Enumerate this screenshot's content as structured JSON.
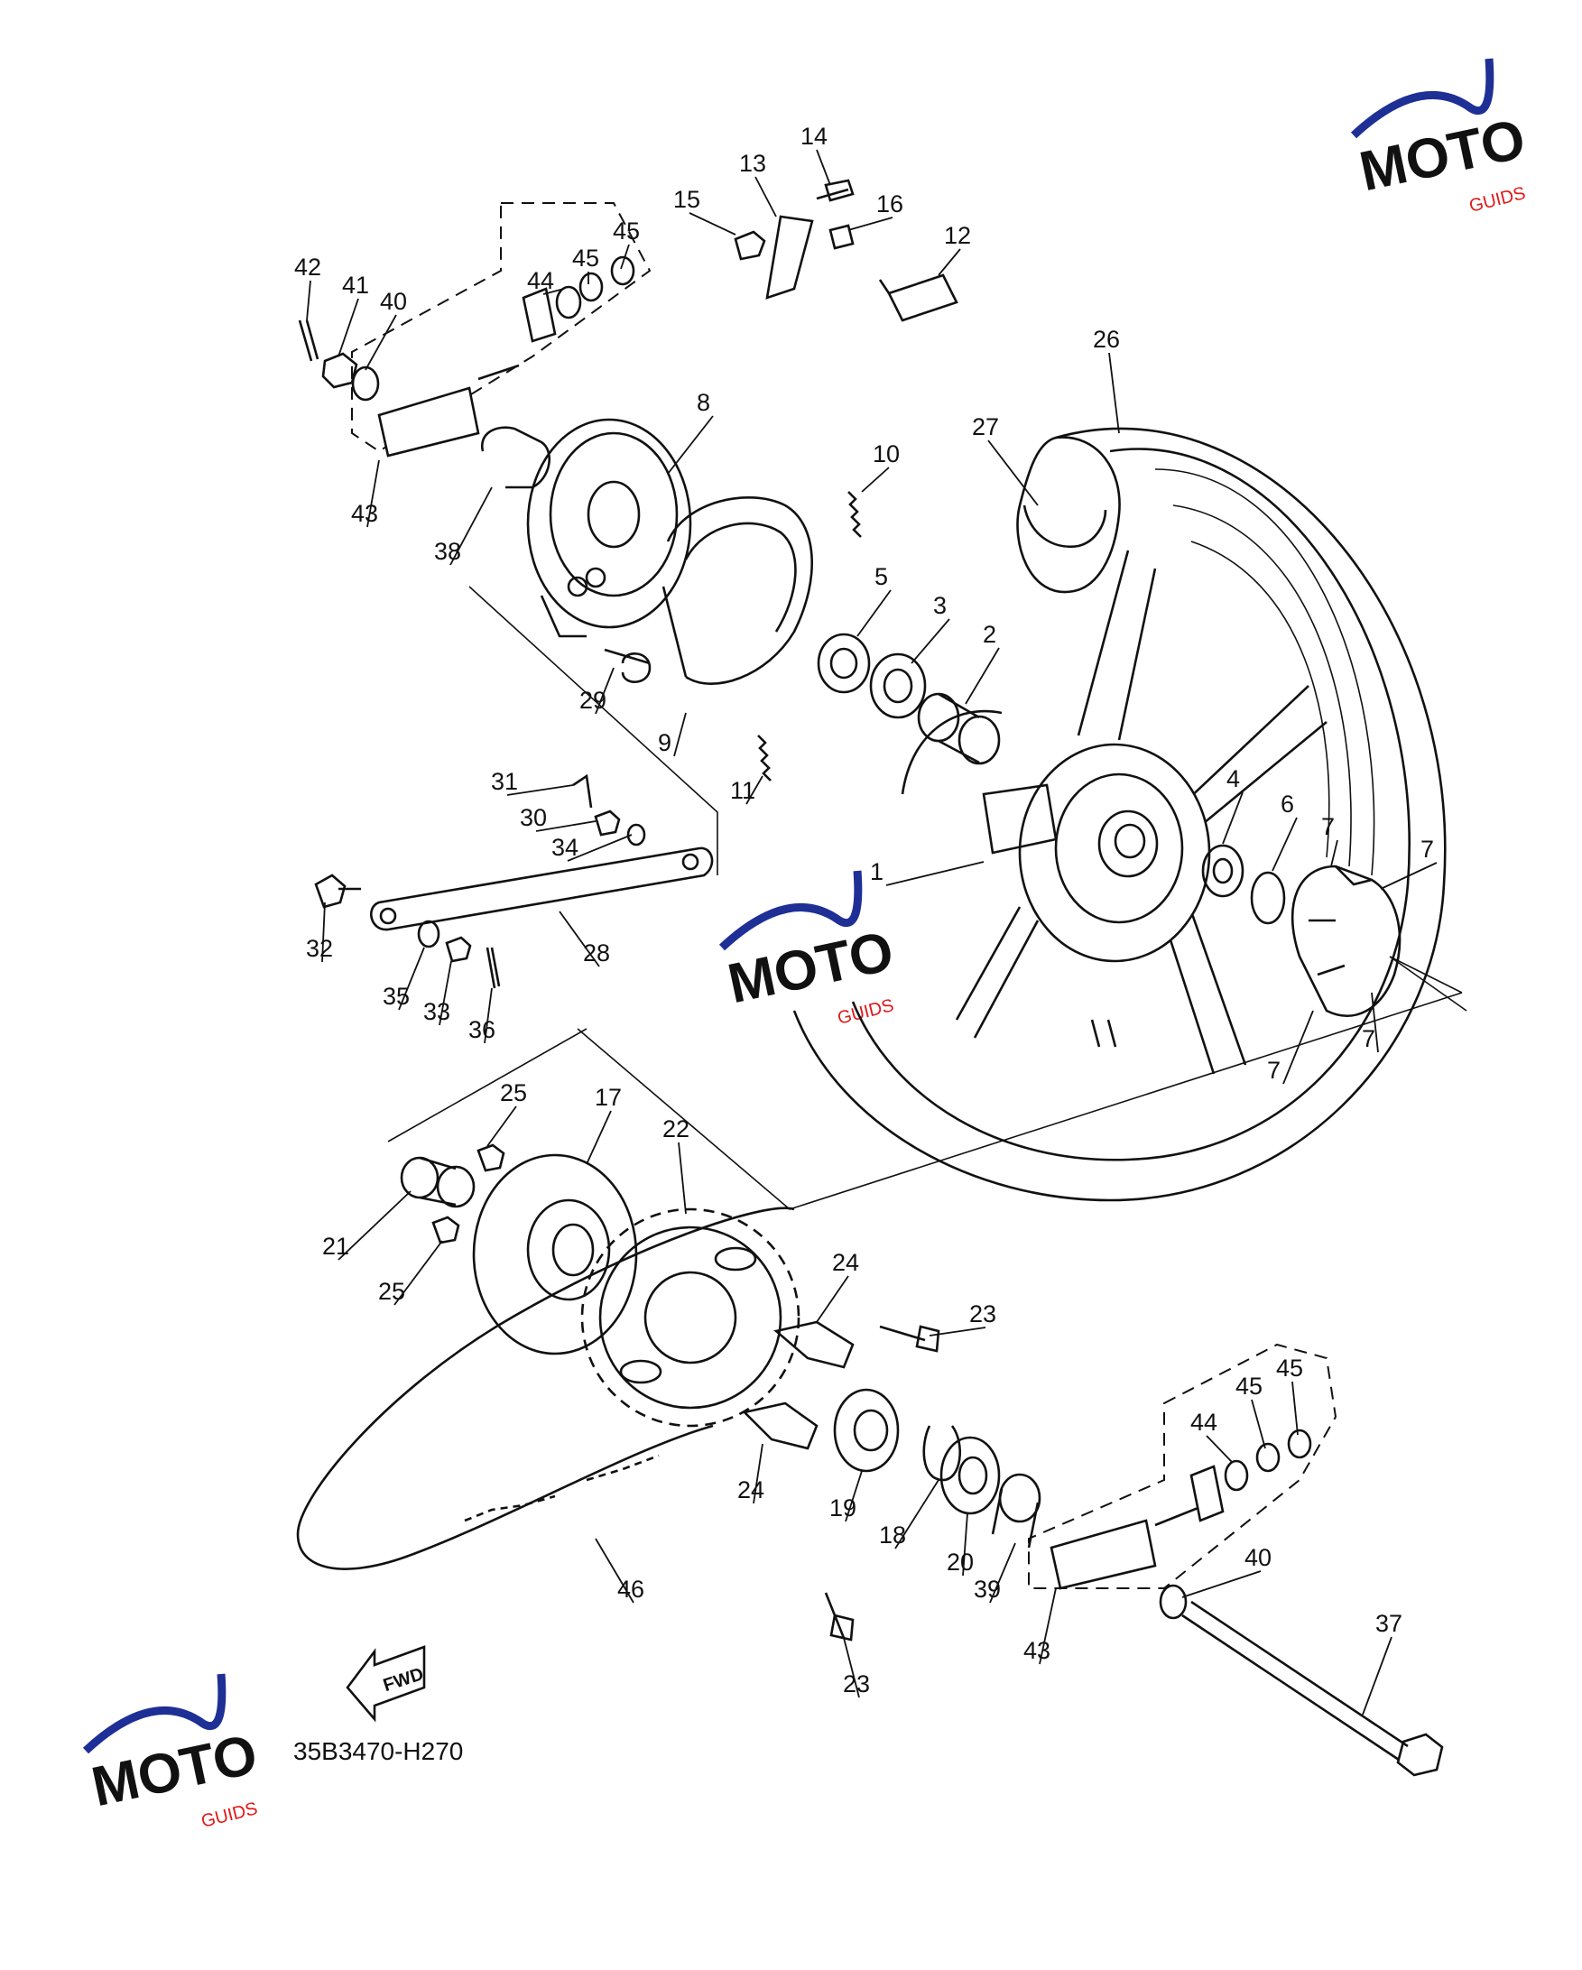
{
  "diagram": {
    "part_code": "35B3470-H270",
    "fwd_label": "FWD",
    "callouts": [
      "1",
      "2",
      "3",
      "4",
      "5",
      "6",
      "7",
      "7",
      "7",
      "7",
      "8",
      "9",
      "10",
      "11",
      "12",
      "13",
      "14",
      "15",
      "16",
      "17",
      "18",
      "19",
      "20",
      "21",
      "22",
      "23",
      "23",
      "24",
      "24",
      "25",
      "25",
      "26",
      "27",
      "28",
      "29",
      "30",
      "31",
      "32",
      "33",
      "34",
      "35",
      "36",
      "37",
      "38",
      "39",
      "40",
      "40",
      "41",
      "42",
      "43",
      "43",
      "44",
      "44",
      "45",
      "45",
      "45",
      "45",
      "46"
    ]
  },
  "watermark": {
    "brand": "MOTO",
    "sub": "GUIDS",
    "colors": {
      "blue": "#1e2f96",
      "red": "#e01818",
      "black": "#111111"
    }
  }
}
